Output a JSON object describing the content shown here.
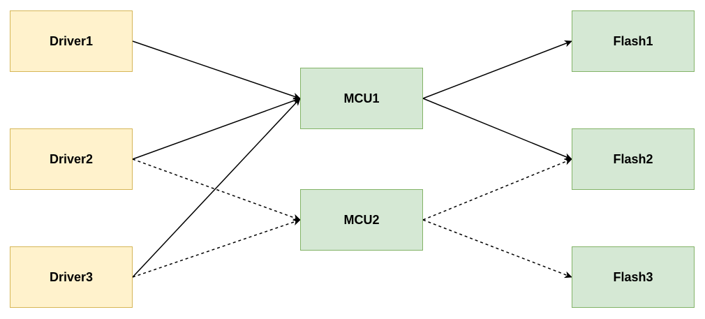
{
  "diagram": {
    "nodes": {
      "driver1": {
        "label": "Driver1"
      },
      "driver2": {
        "label": "Driver2"
      },
      "driver3": {
        "label": "Driver3"
      },
      "mcu1": {
        "label": "MCU1"
      },
      "mcu2": {
        "label": "MCU2"
      },
      "flash1": {
        "label": "Flash1"
      },
      "flash2": {
        "label": "Flash2"
      },
      "flash3": {
        "label": "Flash3"
      }
    },
    "edges": [
      {
        "from": "driver1",
        "to": "mcu1",
        "style": "solid"
      },
      {
        "from": "driver2",
        "to": "mcu1",
        "style": "solid"
      },
      {
        "from": "driver3",
        "to": "mcu1",
        "style": "solid"
      },
      {
        "from": "driver2",
        "to": "mcu2",
        "style": "dashed"
      },
      {
        "from": "driver3",
        "to": "mcu2",
        "style": "dashed"
      },
      {
        "from": "mcu1",
        "to": "flash1",
        "style": "solid"
      },
      {
        "from": "mcu1",
        "to": "flash2",
        "style": "solid"
      },
      {
        "from": "mcu2",
        "to": "flash2",
        "style": "dashed"
      },
      {
        "from": "mcu2",
        "to": "flash3",
        "style": "dashed"
      }
    ]
  },
  "colors": {
    "driver_fill": "#fff2cc",
    "driver_border": "#d6b656",
    "mcu_fill": "#d5e8d4",
    "mcu_border": "#82b366",
    "flash_fill": "#d5e8d4",
    "flash_border": "#82b366",
    "edge": "#000000"
  }
}
